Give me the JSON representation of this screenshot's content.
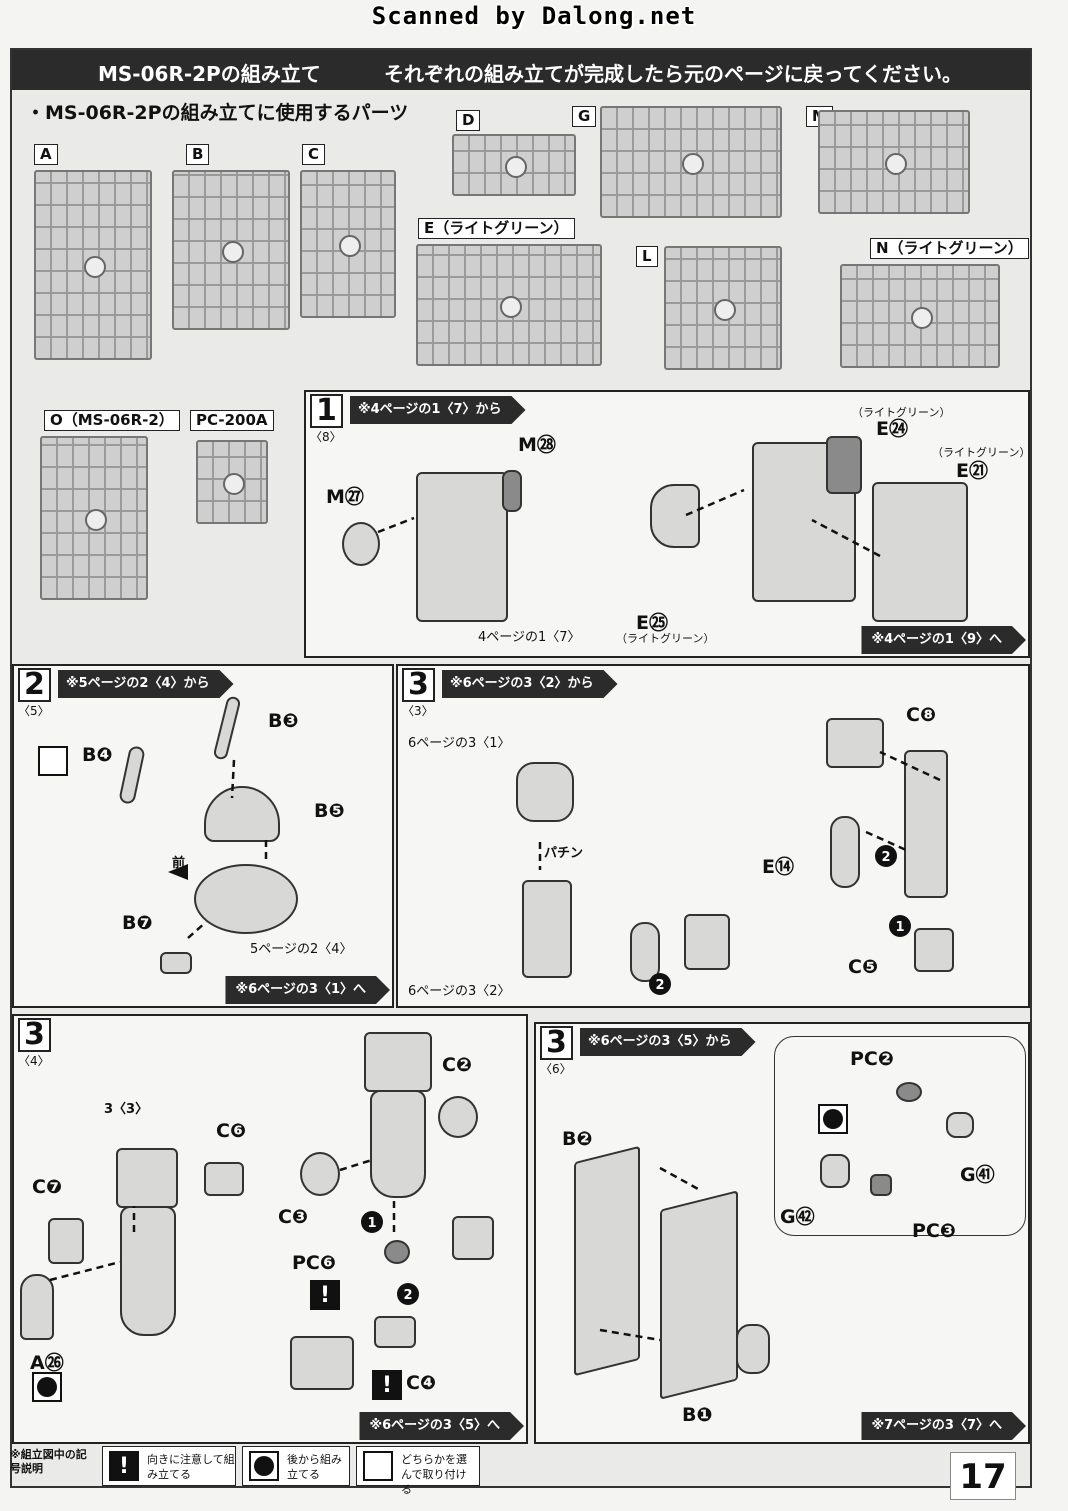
{
  "watermark": "Scanned by Dalong.net",
  "header": {
    "title": "MS-06R-2Pの組み立て",
    "note": "それぞれの組み立てが完成したら元のページに戻ってください。"
  },
  "parts_heading": "・MS-06R-2Pの組み立てに使用するパーツ",
  "runners": {
    "a": "A",
    "b": "B",
    "c": "C",
    "d": "D",
    "e": "E（ライトグリーン）",
    "g": "G",
    "m": "M",
    "l": "L",
    "n": "N（ライトグリーン）",
    "o": "O（MS-06R-2）",
    "pc": "PC-200A"
  },
  "step1": {
    "num": "1",
    "sub": "〈8〉",
    "from": "※4ページの1〈7〉から",
    "to": "※4ページの1〈9〉へ",
    "m27": "M㉗",
    "m28": "M㉘",
    "e24": "E㉔",
    "e21": "E㉑",
    "e25": "E㉕",
    "lightgreen": "（ライトグリーン）",
    "ref": "4ページの1〈7〉"
  },
  "step2": {
    "num": "2",
    "sub": "〈5〉",
    "from": "※5ページの2〈4〉から",
    "to": "※6ページの3〈1〉へ",
    "b3": "B❸",
    "b4": "B❹",
    "b5": "B❺",
    "b7": "B❼",
    "front": "前",
    "ref": "5ページの2〈4〉"
  },
  "step3a": {
    "num": "3",
    "sub": "〈3〉",
    "from": "※6ページの3〈2〉から",
    "ref1": "6ページの3〈1〉",
    "ref2": "6ページの3〈2〉",
    "snap": "パチン",
    "c8": "C❽",
    "e14": "E⑭",
    "c5": "C❺",
    "s1": "1",
    "s2": "2"
  },
  "step3b": {
    "num": "3",
    "sub": "〈4〉",
    "to": "※6ページの3〈5〉へ",
    "ref": "3〈3〉",
    "c6": "C❻",
    "c7": "C❼",
    "a26": "A㉖",
    "c2": "C❷",
    "c3": "C❸",
    "pc6": "PC❻",
    "c4": "C❹"
  },
  "step3c": {
    "num": "3",
    "sub": "〈6〉",
    "from": "※6ページの3〈5〉から",
    "to": "※7ページの3〈7〉へ",
    "b2": "B❷",
    "b1": "B❶",
    "pc2": "PC❷",
    "pc3": "PC❸",
    "g41": "G㊶",
    "g42": "G㊷"
  },
  "legend": {
    "title": "※組立図中の記号説明",
    "item1": "向きに注意して組み立てる",
    "item2": "後から組み立てる",
    "item3": "どちらかを選んで取り付ける"
  },
  "page_number": "17"
}
